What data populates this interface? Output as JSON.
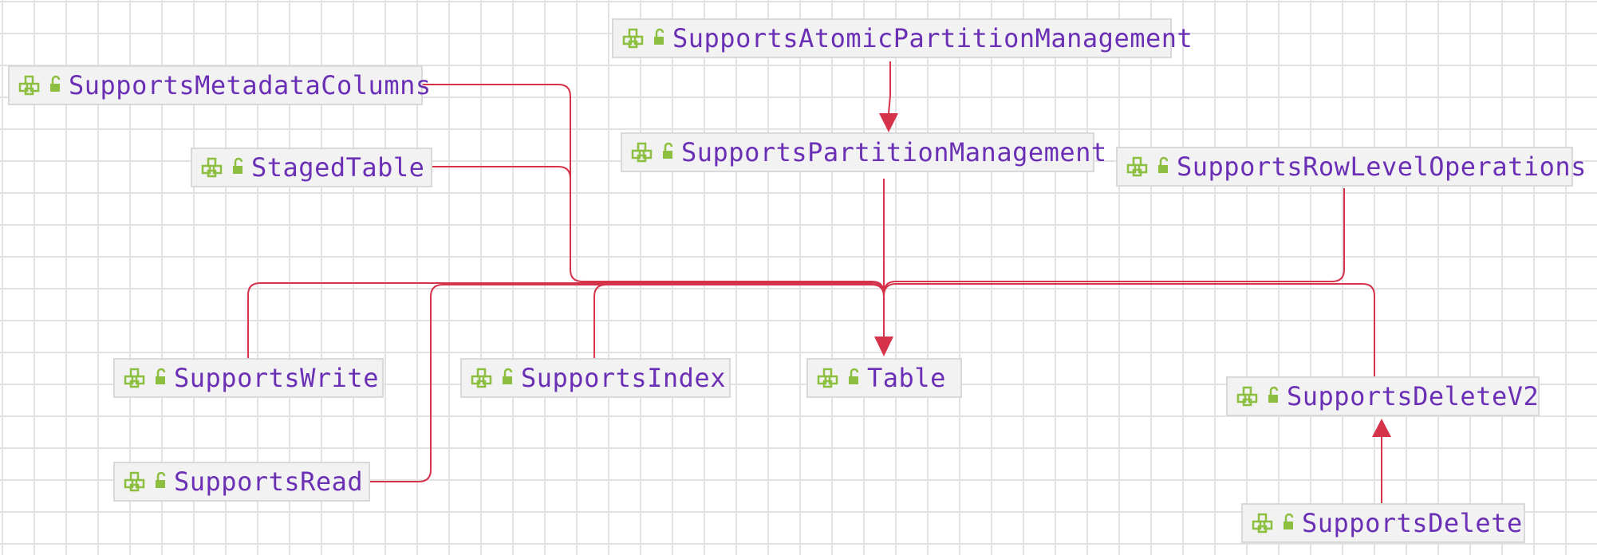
{
  "diagram": {
    "edge_color": "#d5334a",
    "node_text_color": "#6a2fb5",
    "icon_color": "#8cbf3f",
    "nodes": [
      {
        "id": "SupportsAtomicPartitionManagement",
        "label": "SupportsAtomicPartitionManagement",
        "icon": "interface-icon",
        "visibility_icon": "public-lock-icon"
      },
      {
        "id": "SupportsMetadataColumns",
        "label": "SupportsMetadataColumns",
        "icon": "interface-icon",
        "visibility_icon": "public-lock-icon"
      },
      {
        "id": "SupportsPartitionManagement",
        "label": "SupportsPartitionManagement",
        "icon": "interface-icon",
        "visibility_icon": "public-lock-icon"
      },
      {
        "id": "StagedTable",
        "label": "StagedTable",
        "icon": "interface-icon",
        "visibility_icon": "public-lock-icon"
      },
      {
        "id": "SupportsRowLevelOperations",
        "label": "SupportsRowLevelOperations",
        "icon": "interface-icon",
        "visibility_icon": "public-lock-icon"
      },
      {
        "id": "SupportsWrite",
        "label": "SupportsWrite",
        "icon": "interface-icon",
        "visibility_icon": "public-lock-icon"
      },
      {
        "id": "SupportsIndex",
        "label": "SupportsIndex",
        "icon": "interface-icon",
        "visibility_icon": "public-lock-icon"
      },
      {
        "id": "Table",
        "label": "Table",
        "icon": "interface-icon",
        "visibility_icon": "public-lock-icon"
      },
      {
        "id": "SupportsDeleteV2",
        "label": "SupportsDeleteV2",
        "icon": "interface-icon",
        "visibility_icon": "public-lock-icon"
      },
      {
        "id": "SupportsRead",
        "label": "SupportsRead",
        "icon": "interface-icon",
        "visibility_icon": "public-lock-icon"
      },
      {
        "id": "SupportsDelete",
        "label": "SupportsDelete",
        "icon": "interface-icon",
        "visibility_icon": "public-lock-icon"
      }
    ],
    "edges": [
      {
        "from": "SupportsAtomicPartitionManagement",
        "to": "SupportsPartitionManagement"
      },
      {
        "from": "SupportsPartitionManagement",
        "to": "Table"
      },
      {
        "from": "SupportsMetadataColumns",
        "to": "Table"
      },
      {
        "from": "StagedTable",
        "to": "Table"
      },
      {
        "from": "SupportsRowLevelOperations",
        "to": "Table"
      },
      {
        "from": "SupportsWrite",
        "to": "Table"
      },
      {
        "from": "SupportsIndex",
        "to": "Table"
      },
      {
        "from": "SupportsRead",
        "to": "Table"
      },
      {
        "from": "SupportsDeleteV2",
        "to": "Table"
      },
      {
        "from": "SupportsDelete",
        "to": "SupportsDeleteV2"
      }
    ]
  }
}
